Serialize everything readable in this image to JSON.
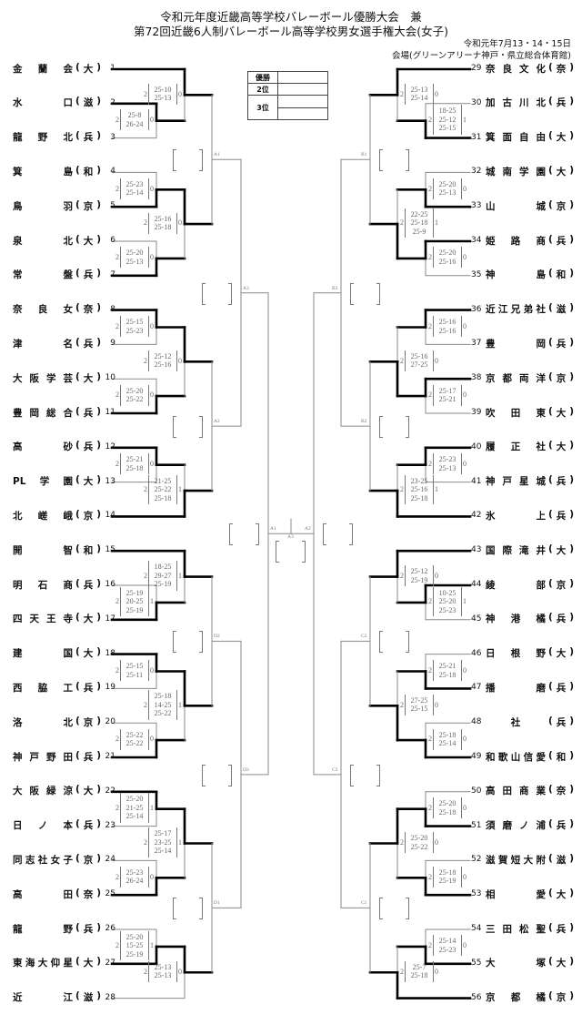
{
  "title": {
    "line1": "令和元年度近畿高等学校バレーボール優勝大会　兼",
    "line2": "第72回近畿6人制バレーボール高等学校男女選手権大会(女子)"
  },
  "dates": "令和元年7月13・14・15日",
  "venue": "会場(グリーンアリーナ神戸・県立総合体育館)",
  "results_table": {
    "first": "優勝",
    "second": "2位",
    "third": "3位"
  },
  "teams": [
    {
      "no": 1,
      "name": "金蘭会",
      "pref": "大"
    },
    {
      "no": 2,
      "name": "水口",
      "pref": "滋"
    },
    {
      "no": 3,
      "name": "龍野北",
      "pref": "兵"
    },
    {
      "no": 4,
      "name": "箕島",
      "pref": "和"
    },
    {
      "no": 5,
      "name": "鳥羽",
      "pref": "京"
    },
    {
      "no": 6,
      "name": "泉北",
      "pref": "大"
    },
    {
      "no": 7,
      "name": "常盤",
      "pref": "兵"
    },
    {
      "no": 8,
      "name": "奈良女",
      "pref": "奈"
    },
    {
      "no": 9,
      "name": "津名",
      "pref": "兵"
    },
    {
      "no": 10,
      "name": "大阪学芸",
      "pref": "大"
    },
    {
      "no": 11,
      "name": "豊岡総合",
      "pref": "兵"
    },
    {
      "no": 12,
      "name": "高砂",
      "pref": "兵"
    },
    {
      "no": 13,
      "name": "PL学園",
      "pref": "大"
    },
    {
      "no": 14,
      "name": "北嵯峨",
      "pref": "京"
    },
    {
      "no": 15,
      "name": "開智",
      "pref": "和"
    },
    {
      "no": 16,
      "name": "明石商",
      "pref": "兵"
    },
    {
      "no": 17,
      "name": "四天王寺",
      "pref": "大"
    },
    {
      "no": 18,
      "name": "建国",
      "pref": "大"
    },
    {
      "no": 19,
      "name": "西脇工",
      "pref": "兵"
    },
    {
      "no": 20,
      "name": "洛北",
      "pref": "京"
    },
    {
      "no": 21,
      "name": "神戸野田",
      "pref": "兵"
    },
    {
      "no": 22,
      "name": "大阪緑涼",
      "pref": "大"
    },
    {
      "no": 23,
      "name": "日ノ本",
      "pref": "兵"
    },
    {
      "no": 24,
      "name": "同志社女子",
      "pref": "京"
    },
    {
      "no": 25,
      "name": "高田",
      "pref": "奈"
    },
    {
      "no": 26,
      "name": "龍野",
      "pref": "兵"
    },
    {
      "no": 27,
      "name": "東海大仰星",
      "pref": "大"
    },
    {
      "no": 28,
      "name": "近江",
      "pref": "滋"
    },
    {
      "no": 29,
      "name": "奈良文化",
      "pref": "奈"
    },
    {
      "no": 30,
      "name": "加古川北",
      "pref": "兵"
    },
    {
      "no": 31,
      "name": "箕面自由",
      "pref": "大"
    },
    {
      "no": 32,
      "name": "城南学園",
      "pref": "大"
    },
    {
      "no": 33,
      "name": "山城",
      "pref": "京"
    },
    {
      "no": 34,
      "name": "姫路商",
      "pref": "兵"
    },
    {
      "no": 35,
      "name": "神島",
      "pref": "和"
    },
    {
      "no": 36,
      "name": "近江兄弟社",
      "pref": "滋"
    },
    {
      "no": 37,
      "name": "豊岡",
      "pref": "兵"
    },
    {
      "no": 38,
      "name": "京都両洋",
      "pref": "京"
    },
    {
      "no": 39,
      "name": "吹田東",
      "pref": "大"
    },
    {
      "no": 40,
      "name": "履正社",
      "pref": "大"
    },
    {
      "no": 41,
      "name": "神戸星城",
      "pref": "兵"
    },
    {
      "no": 42,
      "name": "氷上",
      "pref": "兵"
    },
    {
      "no": 43,
      "name": "国際滝井",
      "pref": "大"
    },
    {
      "no": 44,
      "name": "綾部",
      "pref": "京"
    },
    {
      "no": 45,
      "name": "神港橘",
      "pref": "兵"
    },
    {
      "no": 46,
      "name": "日根野",
      "pref": "大"
    },
    {
      "no": 47,
      "name": "播磨",
      "pref": "兵"
    },
    {
      "no": 48,
      "name": "社",
      "pref": "兵"
    },
    {
      "no": 49,
      "name": "和歌山信愛",
      "pref": "和"
    },
    {
      "no": 50,
      "name": "高田商業",
      "pref": "奈"
    },
    {
      "no": 51,
      "name": "須磨ノ浦",
      "pref": "兵"
    },
    {
      "no": 52,
      "name": "滋賀短大附",
      "pref": "滋"
    },
    {
      "no": 53,
      "name": "相愛",
      "pref": "大"
    },
    {
      "no": 54,
      "name": "三田松聖",
      "pref": "兵"
    },
    {
      "no": 55,
      "name": "大塚",
      "pref": "大"
    },
    {
      "no": 56,
      "name": "京都橘",
      "pref": "京"
    }
  ],
  "matches": [
    {
      "id": "m1",
      "a": 2,
      "b": 3,
      "scores": [
        "25-8",
        "26-24"
      ],
      "w_sets": "2",
      "l_sets": "0",
      "winner": 2
    },
    {
      "id": "m2",
      "a": 1,
      "b": "m1",
      "scores": [
        "25-10",
        "25-13"
      ],
      "w_sets": "2",
      "l_sets": "0",
      "winner": 1
    },
    {
      "id": "m3",
      "a": 4,
      "b": 5,
      "scores": [
        "25-23",
        "25-14"
      ],
      "w_sets": "2",
      "l_sets": "0",
      "winner": 5
    },
    {
      "id": "m4",
      "a": 6,
      "b": 7,
      "scores": [
        "25-20",
        "25-13"
      ],
      "w_sets": "2",
      "l_sets": "0",
      "winner": 7
    },
    {
      "id": "m5",
      "a": "m3",
      "b": "m4",
      "scores": [
        "25-16",
        "25-18"
      ],
      "w_sets": "2",
      "l_sets": "0",
      "winner": "m3"
    },
    {
      "id": "m6",
      "a": 8,
      "b": 9,
      "scores": [
        "25-15",
        "25-23"
      ],
      "w_sets": "2",
      "l_sets": "0",
      "winner": 8
    },
    {
      "id": "m7",
      "a": 10,
      "b": 11,
      "scores": [
        "25-20",
        "25-22"
      ],
      "w_sets": "2",
      "l_sets": "0",
      "winner": 11
    },
    {
      "id": "m8",
      "a": "m6",
      "b": "m7",
      "scores": [
        "25-12",
        "25-16"
      ],
      "w_sets": "2",
      "l_sets": "0",
      "winner": "m6"
    },
    {
      "id": "m9",
      "a": 12,
      "b": 13,
      "scores": [
        "25-21",
        "25-18"
      ],
      "w_sets": "2",
      "l_sets": "0",
      "winner": 12
    },
    {
      "id": "m10",
      "a": "m9",
      "b": 14,
      "scores": [
        "21-25",
        "25-22",
        "25-18"
      ],
      "w_sets": "2",
      "l_sets": "1",
      "winner": 14
    },
    {
      "id": "A1",
      "label": "A1",
      "a": "m2",
      "b": "m5",
      "scores": [],
      "winner": null
    },
    {
      "id": "A2",
      "label": "A2",
      "a": "m8",
      "b": "m10",
      "scores": [],
      "winner": null
    },
    {
      "id": "A3",
      "label": "A3",
      "a": "A1",
      "b": "A2",
      "scores": [],
      "winner": null
    },
    {
      "id": "m11",
      "a": 16,
      "b": 17,
      "scores": [
        "25-19",
        "20-25",
        "25-19"
      ],
      "w_sets": "2",
      "l_sets": "1",
      "winner": 17
    },
    {
      "id": "m12",
      "a": 15,
      "b": "m11",
      "scores": [
        "18-25",
        "29-27",
        "25-19"
      ],
      "w_sets": "2",
      "l_sets": "1",
      "winner": 15
    },
    {
      "id": "m13",
      "a": 18,
      "b": 19,
      "scores": [
        "25-15",
        "25-11"
      ],
      "w_sets": "2",
      "l_sets": "0",
      "winner": 18
    },
    {
      "id": "m14",
      "a": 20,
      "b": 21,
      "scores": [
        "25-22",
        "25-22"
      ],
      "w_sets": "2",
      "l_sets": "0",
      "winner": 21
    },
    {
      "id": "m15",
      "a": "m13",
      "b": "m14",
      "scores": [
        "25-18",
        "14-25",
        "25-22"
      ],
      "w_sets": "2",
      "l_sets": "1",
      "winner": "m13"
    },
    {
      "id": "m16",
      "a": 22,
      "b": 23,
      "scores": [
        "25-20",
        "21-25",
        "25-14"
      ],
      "w_sets": "2",
      "l_sets": "1",
      "winner": 22
    },
    {
      "id": "m17",
      "a": 24,
      "b": 25,
      "scores": [
        "25-23",
        "26-24"
      ],
      "w_sets": "2",
      "l_sets": "0",
      "winner": 25
    },
    {
      "id": "m18",
      "a": "m16",
      "b": "m17",
      "scores": [
        "25-17",
        "23-25",
        "25-14"
      ],
      "w_sets": "2",
      "l_sets": "1",
      "winner": "m16"
    },
    {
      "id": "m19",
      "a": 26,
      "b": 27,
      "scores": [
        "25-20",
        "15-25",
        "25-19"
      ],
      "w_sets": "2",
      "l_sets": "1",
      "winner": 27
    },
    {
      "id": "m20",
      "a": "m19",
      "b": 28,
      "scores": [
        "25-13",
        "25-13"
      ],
      "w_sets": "2",
      "l_sets": "0",
      "winner": "m19"
    },
    {
      "id": "D2",
      "label": "D2",
      "a": "m12",
      "b": "m15",
      "scores": [],
      "winner": null
    },
    {
      "id": "D1",
      "label": "D1",
      "a": "m18",
      "b": "m20",
      "scores": [],
      "winner": null
    },
    {
      "id": "D3",
      "label": "D3",
      "a": "D2",
      "b": "D1",
      "scores": [],
      "winner": null
    },
    {
      "id": "LF",
      "label": "A1",
      "a": "A3",
      "b": "D3",
      "scores": [],
      "winner": null,
      "final_side": true
    },
    {
      "id": "m21",
      "a": 30,
      "b": 31,
      "scores": [
        "18-25",
        "25-12",
        "25-15"
      ],
      "w_sets": "2",
      "l_sets": "1",
      "winner": 31
    },
    {
      "id": "m22",
      "a": 29,
      "b": "m21",
      "scores": [
        "25-13",
        "25-14"
      ],
      "w_sets": "2",
      "l_sets": "0",
      "winner": 29
    },
    {
      "id": "m23",
      "a": 32,
      "b": 33,
      "scores": [
        "25-20",
        "25-13"
      ],
      "w_sets": "2",
      "l_sets": "0",
      "winner": 33
    },
    {
      "id": "m24",
      "a": 34,
      "b": 35,
      "scores": [
        "25-20",
        "25-16"
      ],
      "w_sets": "2",
      "l_sets": "0",
      "winner": 34
    },
    {
      "id": "m25",
      "a": "m23",
      "b": "m24",
      "scores": [
        "22-25",
        "25-18",
        "25-9"
      ],
      "w_sets": "2",
      "l_sets": "1",
      "winner": "m24"
    },
    {
      "id": "m26",
      "a": 36,
      "b": 37,
      "scores": [
        "25-16",
        "25-16"
      ],
      "w_sets": "2",
      "l_sets": "0",
      "winner": 36
    },
    {
      "id": "m27",
      "a": 38,
      "b": 39,
      "scores": [
        "25-17",
        "25-21"
      ],
      "w_sets": "2",
      "l_sets": "0",
      "winner": 38
    },
    {
      "id": "m28",
      "a": "m26",
      "b": "m27",
      "scores": [
        "25-16",
        "27-25"
      ],
      "w_sets": "2",
      "l_sets": "0",
      "winner": "m27"
    },
    {
      "id": "m29",
      "a": 40,
      "b": 41,
      "scores": [
        "25-23",
        "25-13"
      ],
      "w_sets": "2",
      "l_sets": "0",
      "winner": 40
    },
    {
      "id": "m30",
      "a": "m29",
      "b": 42,
      "scores": [
        "23-25",
        "25-16",
        "25-18"
      ],
      "w_sets": "2",
      "l_sets": "1",
      "winner": 42
    },
    {
      "id": "B1",
      "label": "B1",
      "a": "m22",
      "b": "m25",
      "scores": [],
      "winner": null
    },
    {
      "id": "B2",
      "label": "B2",
      "a": "m28",
      "b": "m30",
      "scores": [],
      "winner": null
    },
    {
      "id": "B3",
      "label": "B3",
      "a": "B1",
      "b": "B2",
      "scores": [],
      "winner": null
    },
    {
      "id": "m31",
      "a": 44,
      "b": 45,
      "scores": [
        "10-25",
        "25-20",
        "25-23"
      ],
      "w_sets": "2",
      "l_sets": "1",
      "winner": 44
    },
    {
      "id": "m32",
      "a": 43,
      "b": "m31",
      "scores": [
        "25-12",
        "25-19"
      ],
      "w_sets": "2",
      "l_sets": "0",
      "winner": 43
    },
    {
      "id": "m33",
      "a": 46,
      "b": 47,
      "scores": [
        "25-21",
        "25-18"
      ],
      "w_sets": "2",
      "l_sets": "0",
      "winner": 47
    },
    {
      "id": "m34",
      "a": 48,
      "b": 49,
      "scores": [
        "25-18",
        "25-14"
      ],
      "w_sets": "2",
      "l_sets": "0",
      "winner": 49
    },
    {
      "id": "m35",
      "a": "m33",
      "b": "m34",
      "scores": [
        "27-25",
        "25-15"
      ],
      "w_sets": "2",
      "l_sets": "0",
      "winner": "m34"
    },
    {
      "id": "m36",
      "a": 50,
      "b": 51,
      "scores": [
        "25-20",
        "25-18"
      ],
      "w_sets": "2",
      "l_sets": "0",
      "winner": 51
    },
    {
      "id": "m37",
      "a": 52,
      "b": 53,
      "scores": [
        "25-18",
        "25-19"
      ],
      "w_sets": "2",
      "l_sets": "0",
      "winner": 53
    },
    {
      "id": "m38",
      "a": "m36",
      "b": "m37",
      "scores": [
        "25-20",
        "25-22"
      ],
      "w_sets": "2",
      "l_sets": "0",
      "winner": "m36"
    },
    {
      "id": "m39",
      "a": 54,
      "b": 55,
      "scores": [
        "25-14",
        "25-23"
      ],
      "w_sets": "2",
      "l_sets": "0",
      "winner": 55
    },
    {
      "id": "m40",
      "a": "m39",
      "b": 56,
      "scores": [
        "25-7",
        "25-18"
      ],
      "w_sets": "2",
      "l_sets": "0",
      "winner": 56
    },
    {
      "id": "C2",
      "label": "C2",
      "a": "m32",
      "b": "m35",
      "scores": [],
      "winner": null
    },
    {
      "id": "C1",
      "label": "C1",
      "a": "m38",
      "b": "m40",
      "scores": [],
      "winner": null
    },
    {
      "id": "C3",
      "label": "C3",
      "a": "C2",
      "b": "C1",
      "scores": [],
      "winner": null
    },
    {
      "id": "RF",
      "label": "A2",
      "a": "B3",
      "b": "C3",
      "scores": [],
      "winner": null,
      "final_side": true
    }
  ],
  "final_label": "A3"
}
